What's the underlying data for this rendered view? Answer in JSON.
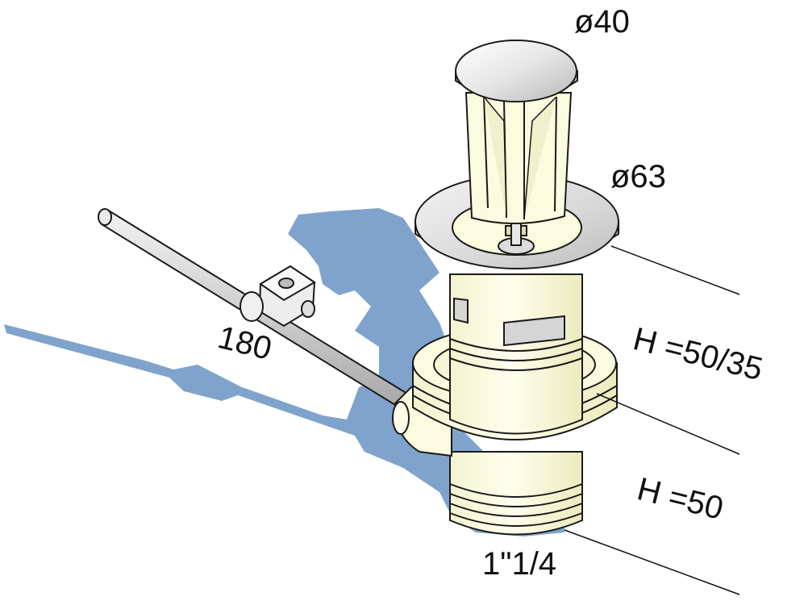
{
  "labels": {
    "cap_diameter": "ø40",
    "flange_diameter": "ø63",
    "rod_length": "180",
    "height_upper": "H =50/35",
    "height_lower": "H =50",
    "thread_size": "1\"1/4"
  },
  "colors": {
    "shadow": "#7fa3cc",
    "body": "#fbfbe0",
    "metal_light": "#ededed",
    "metal_mid": "#c9c9c9",
    "outline": "#1a1a1a"
  },
  "icons": {
    "drain": "pop-up-waste-drain-assembly"
  }
}
